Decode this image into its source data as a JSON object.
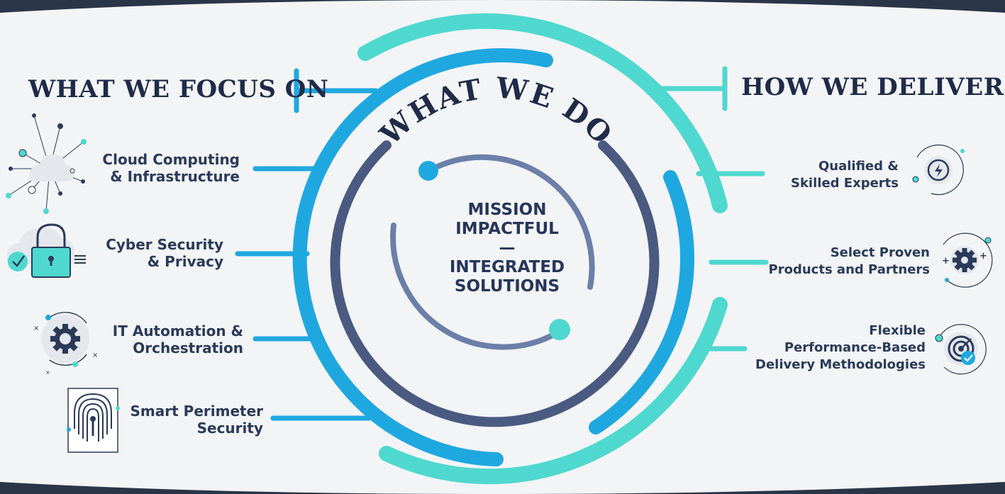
{
  "headings": {
    "left": "WHAT WE FOCUS ON",
    "right": "HOW WE DELIVER",
    "arc": "WHAT WE DO"
  },
  "center": {
    "line1": "MISSION",
    "line2": "IMPACTFUL",
    "dash": "—",
    "line3": "INTEGRATED",
    "line4": "SOLUTIONS"
  },
  "focus_items": [
    {
      "line1": "Cloud Computing",
      "line2": "& Infrastructure",
      "icon": "cloud-network-icon"
    },
    {
      "line1": "Cyber Security",
      "line2": "& Privacy",
      "icon": "padlock-cloud-icon"
    },
    {
      "line1": "IT Automation &",
      "line2": "Orchestration",
      "icon": "gear-cycle-icon"
    },
    {
      "line1": "Smart Perimeter",
      "line2": "Security",
      "icon": "fingerprint-icon"
    }
  ],
  "deliver_items": [
    {
      "line1": "Qualified &",
      "line2": "Skilled Experts",
      "icon": "expert-badge-icon"
    },
    {
      "line1": "Select Proven",
      "line2": "Products and Partners",
      "icon": "gear-plus-icon"
    },
    {
      "line1": "Flexible",
      "line2": "Performance-Based",
      "line3": "Delivery Methodologies",
      "icon": "target-check-icon"
    }
  ],
  "colors": {
    "background": "#f3f4f6",
    "frame": "#2a3547",
    "blue": "#1fa8e0",
    "teal": "#4fd8cf",
    "navy": "#4a5a80",
    "slate": "#6b7fa8",
    "text": "#2b3a59"
  }
}
